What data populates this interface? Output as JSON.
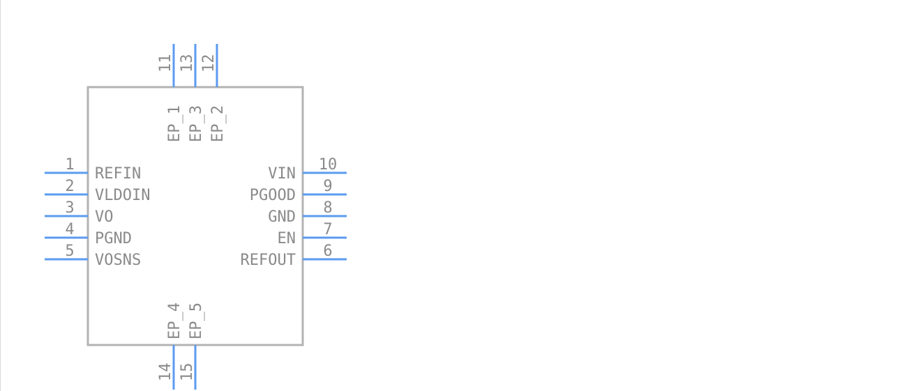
{
  "colors": {
    "body_outline": "#b3b3b3",
    "pin_line": "#5b9bf0",
    "text": "#8a8a8a"
  },
  "left_pins": [
    {
      "number": "1",
      "name": "REFIN"
    },
    {
      "number": "2",
      "name": "VLDOIN"
    },
    {
      "number": "3",
      "name": "VO"
    },
    {
      "number": "4",
      "name": "PGND"
    },
    {
      "number": "5",
      "name": "VOSNS"
    }
  ],
  "right_pins": [
    {
      "number": "10",
      "name": "VIN"
    },
    {
      "number": "9",
      "name": "PGOOD"
    },
    {
      "number": "8",
      "name": "GND"
    },
    {
      "number": "7",
      "name": "EN"
    },
    {
      "number": "6",
      "name": "REFOUT"
    }
  ],
  "top_pins": [
    {
      "number": "11",
      "name": "EP_1"
    },
    {
      "number": "13",
      "name": "EP_3"
    },
    {
      "number": "12",
      "name": "EP_2"
    }
  ],
  "bottom_pins": [
    {
      "number": "14",
      "name": "EP_4"
    },
    {
      "number": "15",
      "name": "EP_5"
    }
  ]
}
